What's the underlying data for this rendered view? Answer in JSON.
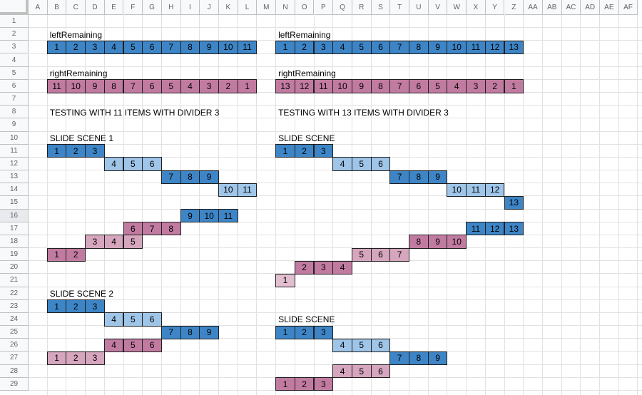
{
  "columns": [
    "A",
    "B",
    "C",
    "D",
    "E",
    "F",
    "G",
    "H",
    "I",
    "J",
    "K",
    "L",
    "M",
    "N",
    "O",
    "P",
    "Q",
    "R",
    "S",
    "T",
    "U",
    "V",
    "W",
    "X",
    "Y",
    "Z",
    "AA",
    "AB",
    "AC",
    "AD",
    "AE",
    "AF"
  ],
  "rows": [
    "1",
    "2",
    "3",
    "4",
    "5",
    "6",
    "7",
    "8",
    "9",
    "10",
    "11",
    "12",
    "13",
    "14",
    "15",
    "16",
    "17",
    "18",
    "19",
    "20",
    "21",
    "22",
    "23",
    "24",
    "25",
    "26",
    "27",
    "28",
    "29"
  ],
  "selected_row": "16",
  "colors": {
    "dark_blue": "#3d85c6",
    "light_blue": "#9fc5e8",
    "dark_pink": "#c27ba0",
    "light_pink": "#d5a6bd",
    "pale_pink": "#e1bfd0"
  },
  "labels": [
    {
      "text": "leftRemaining",
      "col": 1,
      "row": 1
    },
    {
      "text": "rightRemaining",
      "col": 1,
      "row": 4
    },
    {
      "text": "TESTING WITH 11 ITEMS WITH DIVIDER 3",
      "col": 1,
      "row": 7
    },
    {
      "text": "SLIDE SCENE 1",
      "col": 1,
      "row": 9
    },
    {
      "text": "SLIDE SCENE 2",
      "col": 1,
      "row": 21
    },
    {
      "text": "leftRemaining",
      "col": 13,
      "row": 1
    },
    {
      "text": "rightRemaining",
      "col": 13,
      "row": 4
    },
    {
      "text": "TESTING WITH 13 ITEMS WITH DIVIDER 3",
      "col": 13,
      "row": 7
    },
    {
      "text": "SLIDE SCENE",
      "col": 13,
      "row": 9
    },
    {
      "text": "SLIDE SCENE",
      "col": 13,
      "row": 23
    }
  ],
  "cell_groups": [
    {
      "row": 2,
      "col": 1,
      "color": "c1",
      "values": [
        "1",
        "2",
        "3",
        "4",
        "5",
        "6",
        "7",
        "8",
        "9",
        "10",
        "11"
      ]
    },
    {
      "row": 5,
      "col": 1,
      "color": "c3",
      "values": [
        "11",
        "10",
        "9",
        "8",
        "7",
        "6",
        "5",
        "4",
        "3",
        "2",
        "1"
      ]
    },
    {
      "row": 10,
      "col": 1,
      "color": "c1",
      "values": [
        "1",
        "2",
        "3"
      ]
    },
    {
      "row": 11,
      "col": 4,
      "color": "c2",
      "values": [
        "4",
        "5",
        "6"
      ]
    },
    {
      "row": 12,
      "col": 7,
      "color": "c1",
      "values": [
        "7",
        "8",
        "9"
      ]
    },
    {
      "row": 13,
      "col": 10,
      "color": "c2",
      "values": [
        "10",
        "11"
      ]
    },
    {
      "row": 15,
      "col": 8,
      "color": "c1",
      "values": [
        "9",
        "10",
        "11"
      ]
    },
    {
      "row": 16,
      "col": 5,
      "color": "c3",
      "values": [
        "6",
        "7",
        "8"
      ]
    },
    {
      "row": 17,
      "col": 3,
      "color": "c4",
      "values": [
        "3",
        "4",
        "5"
      ]
    },
    {
      "row": 18,
      "col": 1,
      "color": "c3",
      "values": [
        "1",
        "2"
      ]
    },
    {
      "row": 22,
      "col": 1,
      "color": "c1",
      "values": [
        "1",
        "2",
        "3"
      ]
    },
    {
      "row": 23,
      "col": 4,
      "color": "c2",
      "values": [
        "4",
        "5",
        "6"
      ]
    },
    {
      "row": 24,
      "col": 7,
      "color": "c1",
      "values": [
        "7",
        "8",
        "9"
      ]
    },
    {
      "row": 25,
      "col": 4,
      "color": "c3",
      "values": [
        "4",
        "5",
        "6"
      ]
    },
    {
      "row": 26,
      "col": 1,
      "color": "c4",
      "values": [
        "1",
        "2",
        "3"
      ]
    },
    {
      "row": 2,
      "col": 13,
      "color": "c1",
      "values": [
        "1",
        "2",
        "3",
        "4",
        "5",
        "6",
        "7",
        "8",
        "9",
        "10",
        "11",
        "12",
        "13"
      ]
    },
    {
      "row": 5,
      "col": 13,
      "color": "c3",
      "values": [
        "13",
        "12",
        "11",
        "10",
        "9",
        "8",
        "7",
        "6",
        "5",
        "4",
        "3",
        "2",
        "1"
      ]
    },
    {
      "row": 10,
      "col": 13,
      "color": "c1",
      "values": [
        "1",
        "2",
        "3"
      ]
    },
    {
      "row": 11,
      "col": 16,
      "color": "c2",
      "values": [
        "4",
        "5",
        "6"
      ]
    },
    {
      "row": 12,
      "col": 19,
      "color": "c1",
      "values": [
        "7",
        "8",
        "9"
      ]
    },
    {
      "row": 13,
      "col": 22,
      "color": "c2",
      "values": [
        "10",
        "11",
        "12"
      ]
    },
    {
      "row": 14,
      "col": 25,
      "color": "c1",
      "values": [
        "13"
      ]
    },
    {
      "row": 16,
      "col": 23,
      "color": "c1",
      "values": [
        "11",
        "12",
        "13"
      ]
    },
    {
      "row": 17,
      "col": 20,
      "color": "c3",
      "values": [
        "8",
        "9",
        "10"
      ]
    },
    {
      "row": 18,
      "col": 17,
      "color": "c4",
      "values": [
        "5",
        "6",
        "7"
      ]
    },
    {
      "row": 19,
      "col": 14,
      "color": "c3",
      "values": [
        "2",
        "3",
        "4"
      ]
    },
    {
      "row": 20,
      "col": 13,
      "color": "c5",
      "values": [
        "1"
      ]
    },
    {
      "row": 24,
      "col": 13,
      "color": "c1",
      "values": [
        "1",
        "2",
        "3"
      ]
    },
    {
      "row": 25,
      "col": 16,
      "color": "c2",
      "values": [
        "4",
        "5",
        "6"
      ]
    },
    {
      "row": 26,
      "col": 19,
      "color": "c1",
      "values": [
        "7",
        "8",
        "9"
      ]
    },
    {
      "row": 27,
      "col": 16,
      "color": "c4",
      "values": [
        "4",
        "5",
        "6"
      ]
    },
    {
      "row": 28,
      "col": 13,
      "color": "c3",
      "values": [
        "1",
        "2",
        "3"
      ]
    }
  ]
}
